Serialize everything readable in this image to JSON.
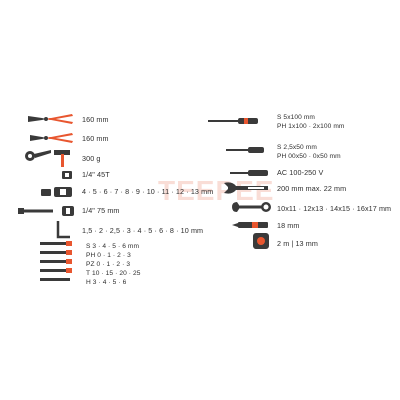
{
  "watermark": "TEEPEE",
  "left": {
    "pliers1": "160 mm",
    "pliers2": "160 mm",
    "hammer": "300 g",
    "ratchet": "1/4\" 45T",
    "sockets": "4 · 5 · 6 · 7 · 8 · 9 · 10 · 11 · 12 · 13 mm",
    "extension": "1/4\" 75 mm",
    "hex_keys": "1,5 · 2 · 2,5 · 3 · 4 · 5 · 6 · 8 · 10 mm",
    "bits": [
      "S 3 · 4 · 5 · 6 mm",
      "PH 0 · 1 · 2 · 3",
      "PZ 0 · 1 · 2 · 3",
      "T 10 · 15 · 20 · 25",
      "H 3 · 4 · 5 · 6"
    ]
  },
  "right": {
    "screwdrivers_s": "S 5x100 mm",
    "screwdrivers_ph": "PH 1x100 · 2x100 mm",
    "precision_s": "S 2,5x50 mm",
    "precision_ph": "PH 00x50 · 0x50 mm",
    "voltage_tester": "AC 100-250 V",
    "adjustable_wrench": "200 mm max. 22 mm",
    "combination_wrenches": "10x11 · 12x13 · 14x15 · 16x17 mm",
    "knife": "18 mm",
    "tape_measure": "2 m | 13 mm"
  },
  "colors": {
    "accent": "#e8562f",
    "tool": "#3a3a3a"
  }
}
